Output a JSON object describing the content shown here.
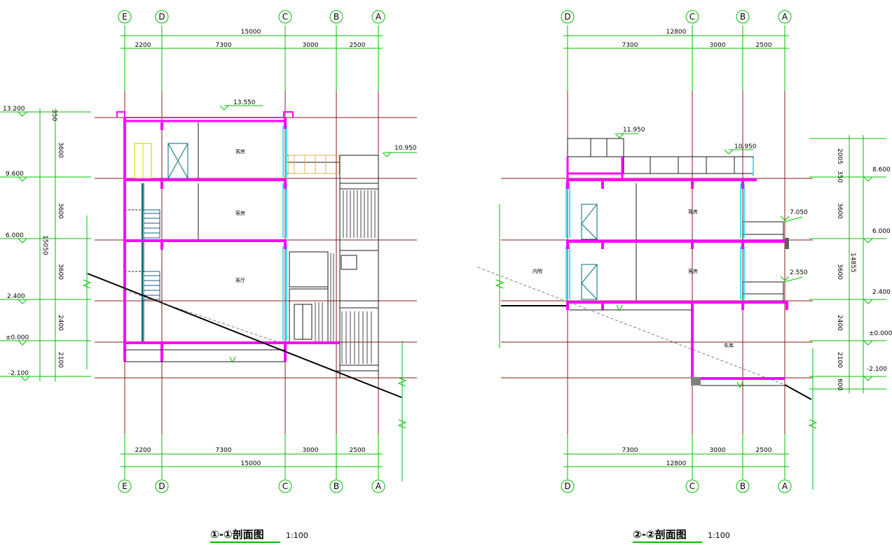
{
  "colors": {
    "grid_red": "#8b1a1a",
    "dim_green": "#00c000",
    "wall_magenta": "#ff00ff",
    "glass_cyan": "#00e0ff",
    "line_dark": "#1a1a1a",
    "door_yellow": "#d8d800",
    "door_teal": "#006a7a",
    "gray": "#808080"
  },
  "section1": {
    "axes_top": [
      "E",
      "D",
      "C",
      "B",
      "A"
    ],
    "axes_bottom": [
      "E",
      "D",
      "C",
      "B",
      "A"
    ],
    "total_top": "15000",
    "segments_top": [
      "2200",
      "7300",
      "3000",
      "2500"
    ],
    "segments_bottom": [
      "2200",
      "7300",
      "3000",
      "2500"
    ],
    "total_bottom": "15000",
    "levels": [
      "13.200",
      "9.600",
      "6.000",
      "2.400",
      "±0.000",
      "-2.100"
    ],
    "vertical_dims": [
      "350",
      "3600",
      "3600",
      "3600",
      "2400",
      "2100"
    ],
    "overall_height": "15050",
    "roof_elevation": "13.550",
    "terrace_elevation": "10.950",
    "rooms": [
      "客房",
      "客房",
      "客厅"
    ],
    "title": "①-①剖面图",
    "scale": "1:100"
  },
  "section2": {
    "axes_top": [
      "D",
      "C",
      "B",
      "A"
    ],
    "axes_bottom": [
      "D",
      "C",
      "B",
      "A"
    ],
    "total_top": "12800",
    "segments_top": [
      "7300",
      "3000",
      "2500"
    ],
    "segments_bottom": [
      "7300",
      "3000",
      "2500"
    ],
    "total_bottom": "12800",
    "levels": [
      "8.600",
      "6.000",
      "2.400",
      "±0.000",
      "-2.100"
    ],
    "vertical_dims": [
      "2005",
      "350",
      "3600",
      "3600",
      "2400",
      "2100",
      "600"
    ],
    "overall_height": "14855",
    "upper_elevations": [
      "11.950",
      "10.950"
    ],
    "balcony_elevations": [
      "7.050",
      "2.550"
    ],
    "rooms": [
      "客房",
      "客房",
      "车库"
    ],
    "courtyard": "内院",
    "title": "②-②剖面图",
    "scale": "1:100"
  }
}
